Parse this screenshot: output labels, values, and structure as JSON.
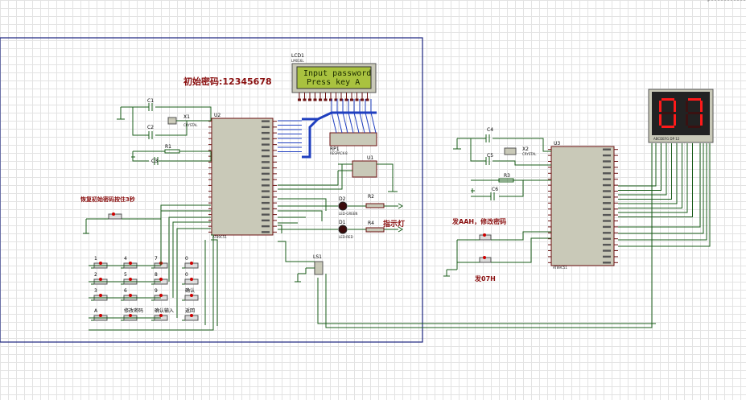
{
  "texts": {
    "init_password": "初始密码:12345678",
    "restore": "恢复初始密码按住3秒",
    "indicator": "指示灯",
    "send_aah": "发AAH，修改密码",
    "send_07h": "发07H"
  },
  "lcd": {
    "ref": "LCD1",
    "model": "LM016L",
    "line1": "Input password",
    "line2": "Press key A"
  },
  "seven_seg": {
    "digits": "07",
    "pin_label": "ABCDEFG DP  12"
  },
  "refs": {
    "u2": "U2",
    "u3": "U3",
    "u1": "U1",
    "c1": "C1",
    "c2": "C2",
    "c3": "C3",
    "c4": "C4",
    "c5": "C5",
    "c6": "C6",
    "x1": "X1",
    "x2": "X2",
    "r1": "R1",
    "r2": "R2",
    "r3": "R3",
    "r4": "R4",
    "rp1": "RP1",
    "d1": "D1",
    "d2": "D2",
    "ls1": "LS1",
    "crystal": "CRYSTAL",
    "respack": "RESPACK-8",
    "led_green": "LED-GREEN",
    "led_red": "LED-RED",
    "mcu": "AT89C51"
  },
  "keypad": [
    {
      "row": 0,
      "labels": [
        "1",
        "4",
        "7",
        "0"
      ]
    },
    {
      "row": 1,
      "labels": [
        "2",
        "5",
        "8",
        "0"
      ]
    },
    {
      "row": 2,
      "labels": [
        "3",
        "6",
        "9",
        "确认"
      ]
    },
    {
      "row": 3,
      "labels": [
        "A",
        "修改密码",
        "确认输入",
        "返回"
      ]
    }
  ],
  "colors": {
    "frame": "#1a237e",
    "wire": "#1a5c1a",
    "bus": "#1f3fbf",
    "lcd_bg": "#a9c23f",
    "seg_bg": "#222222",
    "seg_on": "#ff1a1a",
    "note": "#8a1010"
  }
}
